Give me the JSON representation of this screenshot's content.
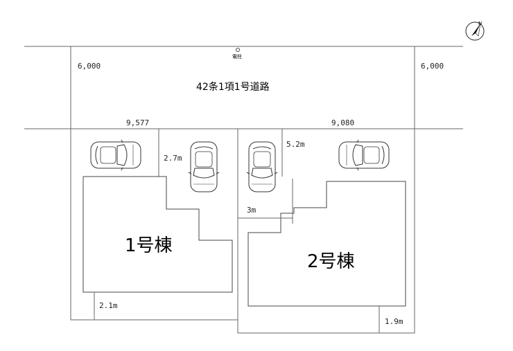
{
  "road": {
    "label": "42条1項1号道路",
    "width_left": "6,000",
    "width_right": "6,000",
    "pole_label": "電柱"
  },
  "frontage": {
    "lot1": "9,577",
    "lot2": "9,080"
  },
  "buildings": {
    "b1_label": "1号棟",
    "b2_label": "2号棟"
  },
  "dimensions": {
    "d_27": "2.7m",
    "d_52": "5.2m",
    "d_3": "3m",
    "d_21": "2.1m",
    "d_19": "1.9m"
  },
  "compass": {
    "north_label": "N"
  },
  "cars": {
    "count": 4
  }
}
